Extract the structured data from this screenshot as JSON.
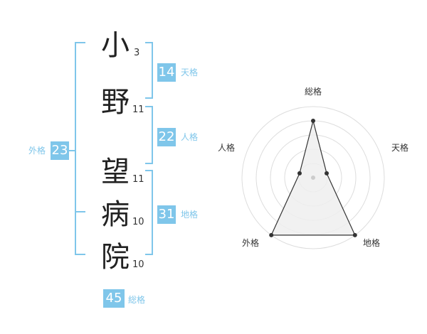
{
  "name": {
    "chars": [
      {
        "char": "小",
        "strokes": "3"
      },
      {
        "char": "野",
        "strokes": "11"
      },
      {
        "char": "望",
        "strokes": "11"
      },
      {
        "char": "病",
        "strokes": "10"
      },
      {
        "char": "院",
        "strokes": "10"
      }
    ]
  },
  "fortunes": {
    "tenkaku": {
      "value": "14",
      "label": "天格"
    },
    "jinkaku": {
      "value": "22",
      "label": "人格"
    },
    "chikaku": {
      "value": "31",
      "label": "地格"
    },
    "gaikaku": {
      "value": "23",
      "label": "外格"
    },
    "soukaku": {
      "value": "45",
      "label": "総格"
    }
  },
  "colors": {
    "accent": "#7fc6ea",
    "bracket": "#7fc6ea",
    "text": "#222222",
    "radar_fill": "#eeeeee",
    "radar_line": "#333333"
  },
  "chart_data": {
    "type": "radar",
    "axes": [
      "総格",
      "天格",
      "地格",
      "外格",
      "人格"
    ],
    "levels": 5,
    "values": [
      4,
      1,
      5,
      5,
      1
    ],
    "max": 5,
    "grid": true
  }
}
